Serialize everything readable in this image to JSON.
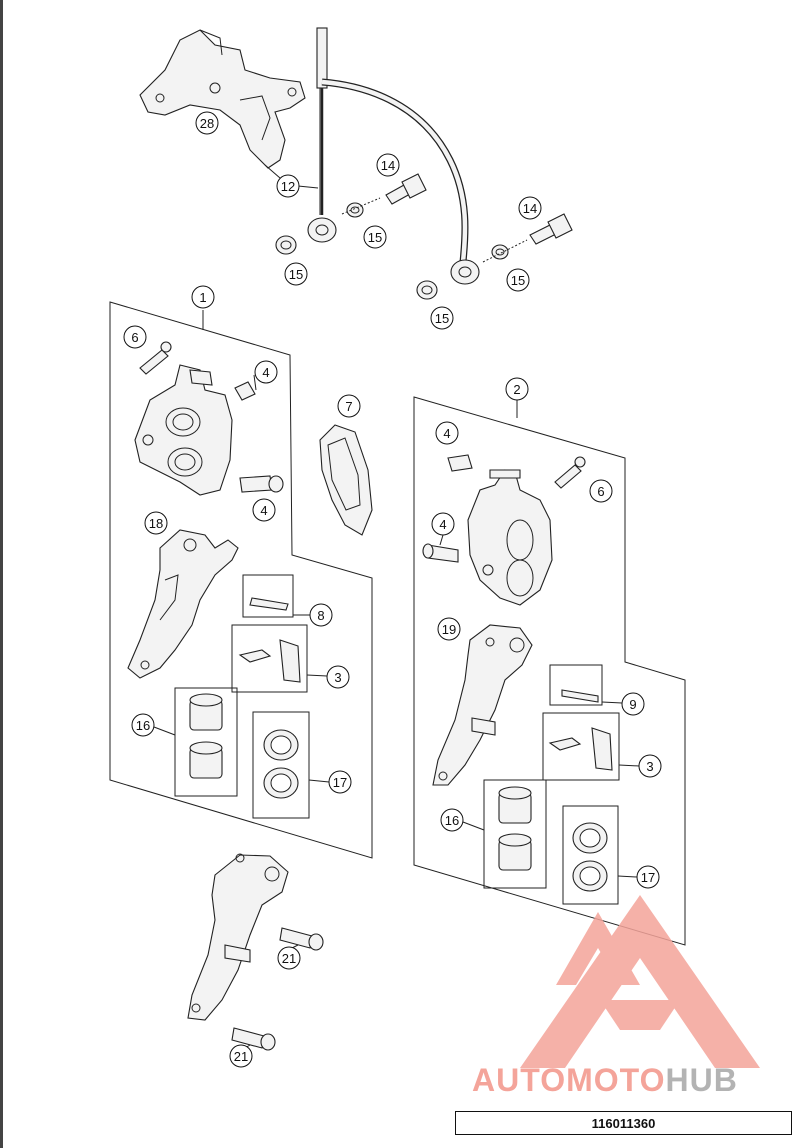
{
  "drawing": {
    "part_number": "116011360",
    "watermark": {
      "brand_part1": "AUTOMOTO",
      "brand_part2": "HUB",
      "brand_color_1": "#f4a49a",
      "brand_color_2": "#b3b3b3"
    },
    "callouts": [
      {
        "id": "c28",
        "label": "28"
      },
      {
        "id": "c12",
        "label": "12"
      },
      {
        "id": "c14a",
        "label": "14"
      },
      {
        "id": "c15a",
        "label": "15"
      },
      {
        "id": "c15b",
        "label": "15"
      },
      {
        "id": "c14b",
        "label": "14"
      },
      {
        "id": "c15c",
        "label": "15"
      },
      {
        "id": "c15d",
        "label": "15"
      },
      {
        "id": "c1",
        "label": "1"
      },
      {
        "id": "c6a",
        "label": "6"
      },
      {
        "id": "c4a",
        "label": "4"
      },
      {
        "id": "c4b",
        "label": "4"
      },
      {
        "id": "c7",
        "label": "7"
      },
      {
        "id": "c18",
        "label": "18"
      },
      {
        "id": "c8",
        "label": "8"
      },
      {
        "id": "c3a",
        "label": "3"
      },
      {
        "id": "c16a",
        "label": "16"
      },
      {
        "id": "c17a",
        "label": "17"
      },
      {
        "id": "c2",
        "label": "2"
      },
      {
        "id": "c4c",
        "label": "4"
      },
      {
        "id": "c6b",
        "label": "6"
      },
      {
        "id": "c4d",
        "label": "4"
      },
      {
        "id": "c19",
        "label": "19"
      },
      {
        "id": "c9",
        "label": "9"
      },
      {
        "id": "c3b",
        "label": "3"
      },
      {
        "id": "c16b",
        "label": "16"
      },
      {
        "id": "c17b",
        "label": "17"
      },
      {
        "id": "c21a",
        "label": "21"
      },
      {
        "id": "c21b",
        "label": "21"
      }
    ]
  }
}
